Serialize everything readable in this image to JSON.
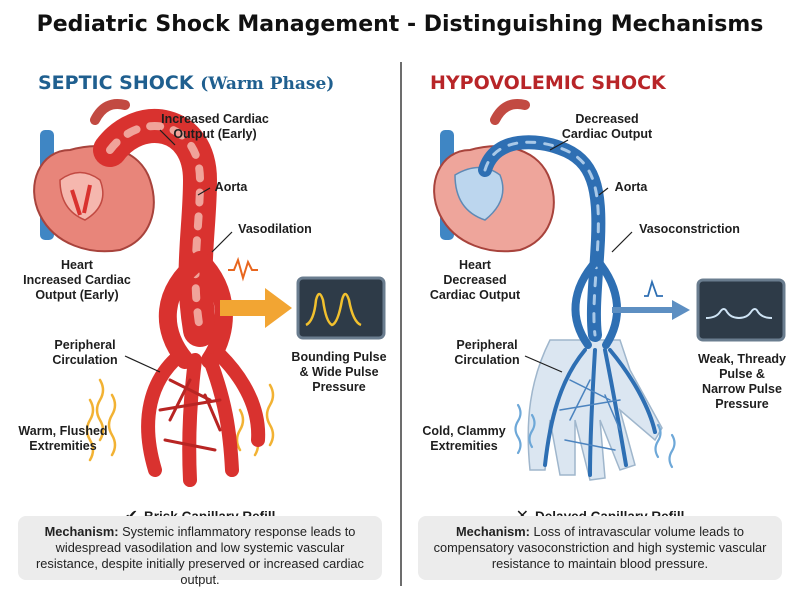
{
  "title": "Pediatric Shock Management - Distinguishing Mechanisms",
  "septic": {
    "heading_main": "SEPTIC SHOCK",
    "heading_sub": "(Warm Phase)",
    "labels": {
      "cardiac_output": "Increased Cardiac\nOutput (Early)",
      "aorta": "Aorta",
      "vasodilation": "Vasodilation",
      "heart": "Heart\nIncreased Cardiac\nOutput (Early)",
      "peripheral": "Peripheral\nCirculation",
      "pulse": "Bounding Pulse\n& Wide Pulse\nPressure",
      "extremities": "Warm, Flushed\nExtremities"
    },
    "refill_mark": "✔",
    "refill": "Brisk Capillary Refill",
    "mech_label": "Mechanism:",
    "mech_text": "Systemic inflammatory response leads to widespread vasodilation and low systemic vascular resistance, despite initially preserved or increased cardiac output."
  },
  "hypovolemic": {
    "heading_main": "HYPOVOLEMIC SHOCK",
    "labels": {
      "cardiac_output": "Decreased\nCardiac Output",
      "aorta": "Aorta",
      "vasoconstriction": "Vasoconstriction",
      "heart": "Heart\nDecreased\nCardiac Output",
      "peripheral": "Peripheral\nCirculation",
      "pulse": "Weak, Thready\nPulse &\nNarrow Pulse\nPressure",
      "extremities": "Cold, Clammy\nExtremities"
    },
    "refill_mark": "✕",
    "refill": "Delayed Capillary Refill",
    "mech_label": "Mechanism:",
    "mech_text": "Loss of intravascular volume leads to compensatory vasoconstriction and high systemic vascular resistance to maintain blood pressure."
  },
  "colors": {
    "septic_vessel": "#d9322f",
    "septic_vessel_light": "#f0a39a",
    "warm_wave": "#f2b233",
    "hypo_vessel": "#2e6fb3",
    "hypo_tissue": "#dbe6f1",
    "cold_wave": "#6ea8d8",
    "heart": "#e8857a",
    "monitor_trace_warm": "#f2c12e",
    "monitor_trace_cold": "#cfe4f5"
  }
}
